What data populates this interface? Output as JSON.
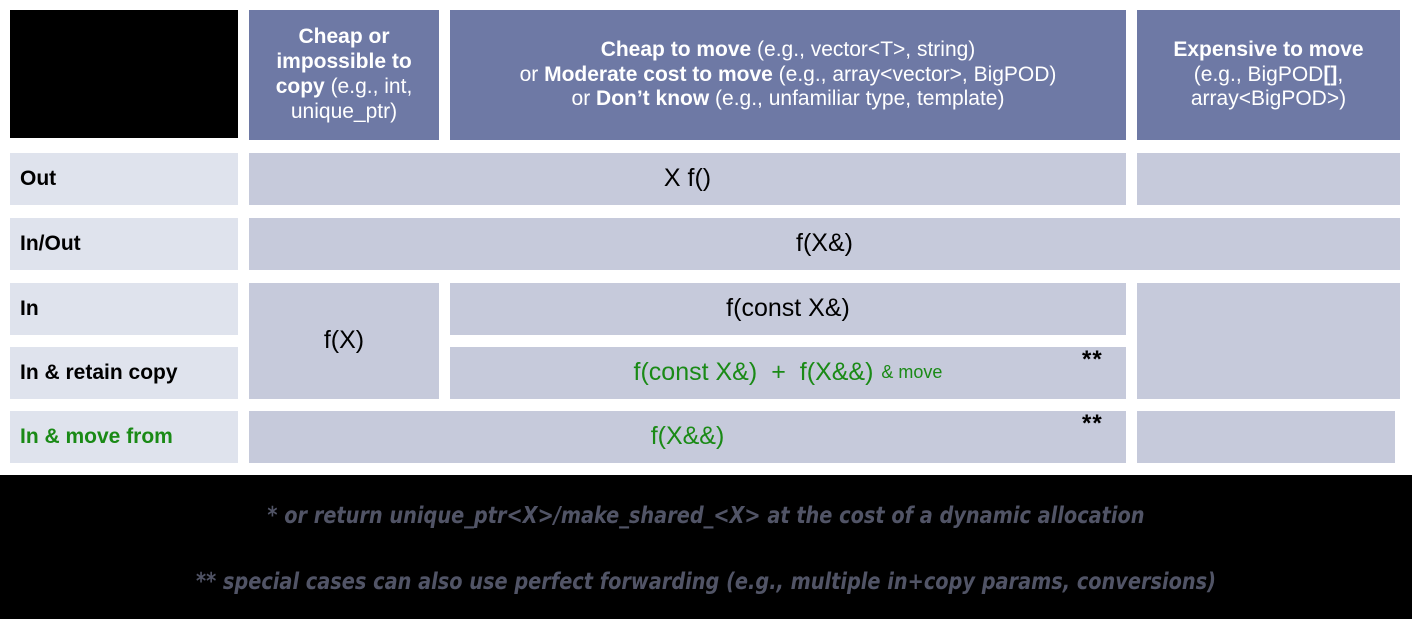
{
  "title": "C++ parameter passing / return guidelines table",
  "colors": {
    "header_blue": "#6e79a5",
    "cell_fill": "#c6cadb",
    "row_label_fill": "#dfe3ed",
    "green_accent": "#1a8a16",
    "footer_background": "#000000",
    "footnote_text": "#515466"
  },
  "header": {
    "corner": "",
    "columns": [
      {
        "id": "cheap-or-impossible-to-copy",
        "segments": [
          {
            "text": "Cheap or impossible to copy ",
            "bold": true
          },
          {
            "text": "(e.g., int, unique_ptr)",
            "bold": false
          }
        ],
        "plain": "Cheap or impossible to copy (e.g., int, unique_ptr)"
      },
      {
        "id": "cheap-to-move",
        "lines": [
          [
            {
              "text": "Cheap to move ",
              "bold": true
            },
            {
              "text": "(e.g., vector<T>, string)",
              "bold": false
            }
          ],
          [
            {
              "text": "or ",
              "bold": false
            },
            {
              "text": "Moderate cost to move ",
              "bold": true
            },
            {
              "text": "(e.g., array<vector>, BigPOD)",
              "bold": false
            }
          ],
          [
            {
              "text": "or ",
              "bold": false
            },
            {
              "text": "Don’t know ",
              "bold": true
            },
            {
              "text": "(e.g., unfamiliar type, template)",
              "bold": false
            }
          ]
        ],
        "plain": "Cheap to move (e.g., vector<T>, string) or Moderate cost to move (e.g., array<vector>, BigPOD) or Don’t know (e.g., unfamiliar type, template)"
      },
      {
        "id": "expensive-to-move",
        "lines": [
          [
            {
              "text": "Expensive to move",
              "bold": true
            }
          ],
          [
            {
              "text": "(e.g., BigPOD",
              "bold": false
            },
            {
              "text": "[]",
              "bold": true
            },
            {
              "text": ",",
              "bold": false
            }
          ],
          [
            {
              "text": "array<BigPOD>)",
              "bold": false
            }
          ]
        ],
        "plain": "Expensive to move (e.g., BigPOD[], array<BigPOD>)"
      }
    ]
  },
  "rows": [
    {
      "id": "out",
      "label": "Out",
      "label_green": false
    },
    {
      "id": "in-out",
      "label": "In/Out",
      "label_green": false
    },
    {
      "id": "in",
      "label": "In",
      "label_green": false
    },
    {
      "id": "in-retain-copy",
      "label": "In & retain copy",
      "label_green": false
    },
    {
      "id": "in-move-from",
      "label": "In & move from",
      "label_green": true
    }
  ],
  "cells": {
    "out_signature": "X f()",
    "inout_signature": "f(X&)",
    "in_by_value": "f(X)",
    "in_const_ref": "f(const X&)",
    "retain_const_ref": "f(const X&)",
    "retain_plus": "+",
    "retain_rvalue_ref": "f(X&&)",
    "retain_and_move": "& move",
    "move_from_signature": "f(X&&)",
    "star_retain": "**",
    "star_move_from": "**"
  },
  "footnotes": [
    "* or return unique_ptr<X>/make_shared_<X> at the cost of a dynamic allocation",
    "** special cases can also use perfect forwarding (e.g., multiple in+copy params, conversions)"
  ]
}
